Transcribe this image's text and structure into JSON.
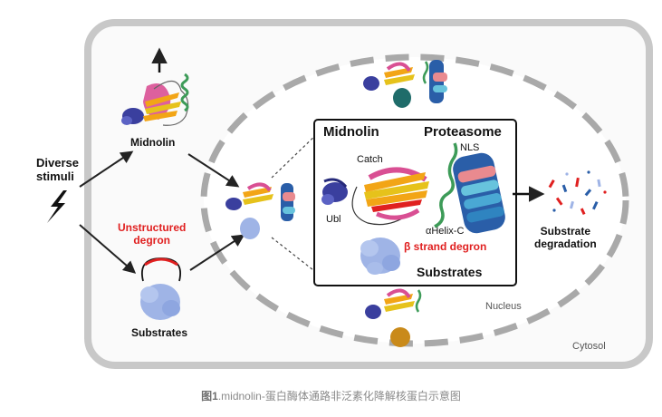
{
  "labels": {
    "diverse_stimuli": "Diverse\nstimuli",
    "midnolin_left": "Midnolin",
    "unstructured_degron": "Unstructured\ndegron",
    "substrates_left": "Substrates",
    "panel_midnolin": "Midnolin",
    "panel_proteasome": "Proteasome",
    "catch": "Catch",
    "nls": "NLS",
    "ubl": "Ubl",
    "ahelix_c": "αHelix-C",
    "beta_degron": "β strand degron",
    "panel_substrates": "Substrates",
    "substrate_degradation": "Substrate\ndegradation",
    "nucleus": "Nucleus",
    "cytosol": "Cytosol"
  },
  "caption": {
    "prefix": "图1",
    "text": ".midnolin-蛋白酶体通路非泛素化降解核蛋白示意图"
  },
  "colors": {
    "membrane": "#c8c8c8",
    "nuclear_envelope": "#a9a9a9",
    "substrate": "#9fb4e6",
    "ubl": "#3a3f9e",
    "catch_pink": "#d94f93",
    "catch_orange": "#f2a516",
    "helix_green": "#3d9b58",
    "proteasome_blue": "#2a5ea8",
    "proteasome_pink": "#e98a8f",
    "degron_red": "#e02020"
  }
}
